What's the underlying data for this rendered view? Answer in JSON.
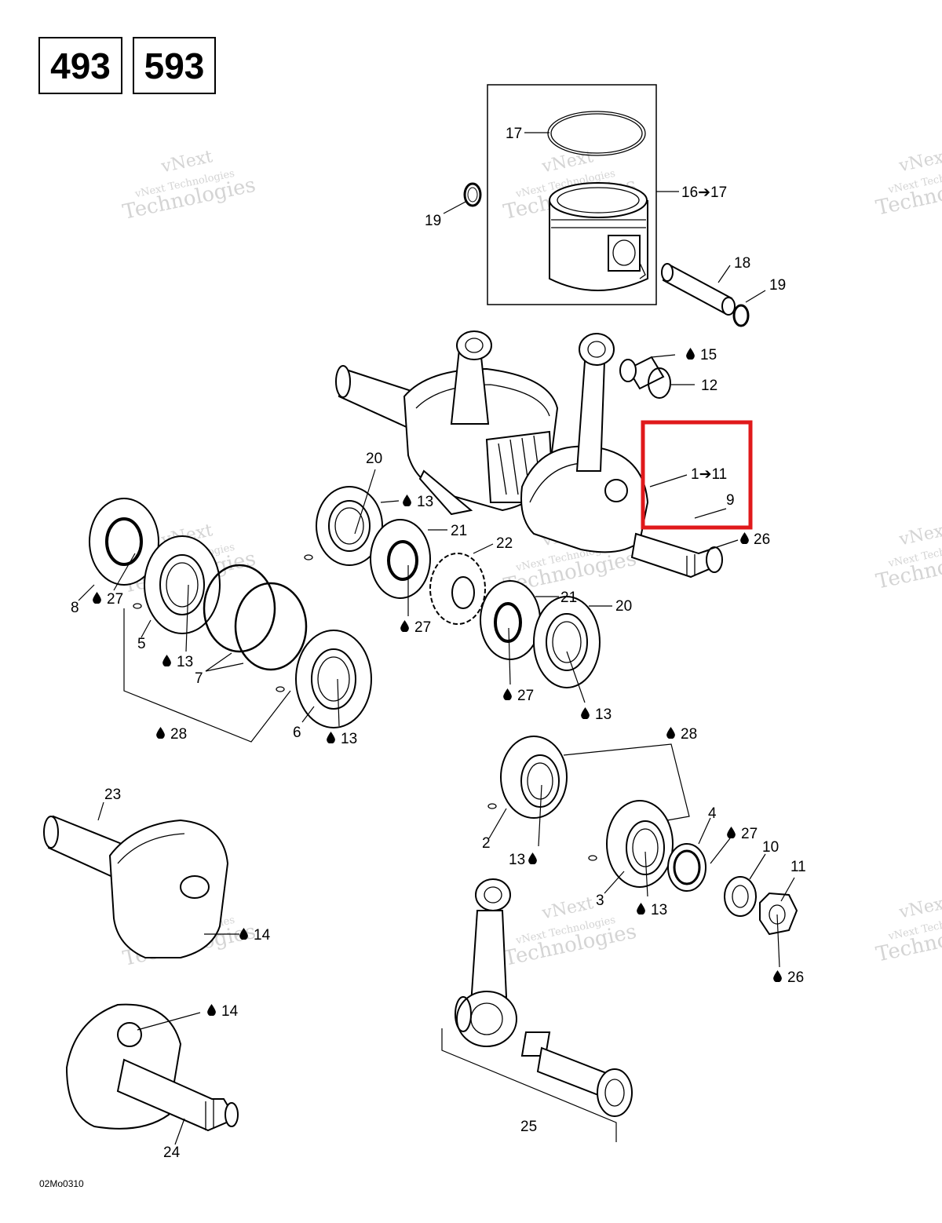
{
  "header": {
    "model_a": "493",
    "model_b": "593"
  },
  "watermark": {
    "line1": "vNext",
    "line2": "vNext Technologies",
    "line3": "Technologies"
  },
  "drawing_code": "02Mo0310",
  "highlight_color": "#e0191b",
  "oil_icon": "oil-drop-icon",
  "callouts": {
    "p17": "17",
    "p16_17": "16➔17",
    "p19a": "19",
    "p18": "18",
    "p19b": "19",
    "p15": "15",
    "p12": "12",
    "p1_11": "1➔11",
    "p9": "9",
    "p26a": "26",
    "p20a": "20",
    "p13a": "13",
    "p21a": "21",
    "p22": "22",
    "p27a": "27",
    "p21b": "21",
    "p20b": "20",
    "p27b": "27",
    "p13b": "13",
    "p8": "8",
    "p27c": "27",
    "p5": "5",
    "p13c": "13",
    "p7": "7",
    "p28a": "28",
    "p6": "6",
    "p13d": "13",
    "p28b": "28",
    "p2": "2",
    "p13e": "13",
    "p4": "4",
    "p27d": "27",
    "p10": "10",
    "p11": "11",
    "p3": "3",
    "p13f": "13",
    "p26b": "26",
    "p23": "23",
    "p14a": "14",
    "p14b": "14",
    "p24": "24",
    "p25": "25"
  }
}
